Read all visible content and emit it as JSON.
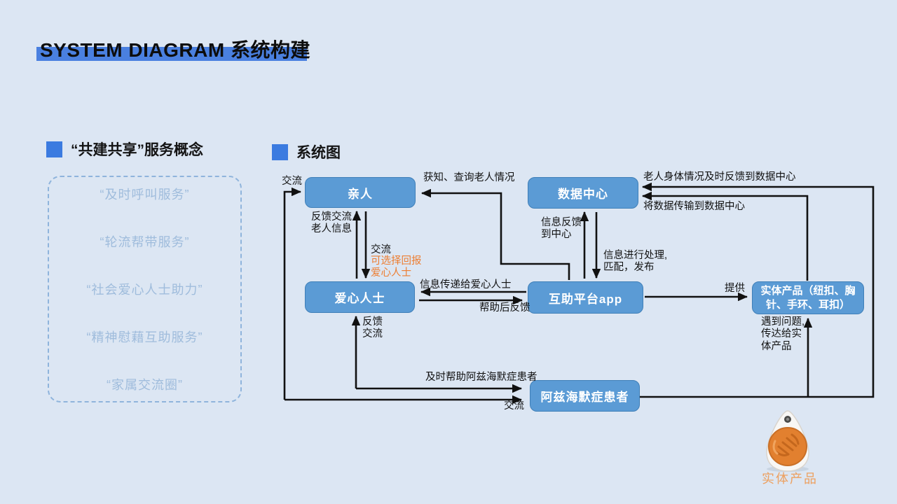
{
  "title": "SYSTEM DIAGRAM 系统构建",
  "concept": {
    "heading": "“共建共享”服务概念",
    "items": [
      "“及时呼叫服务”",
      "“轮流帮带服务”",
      "“社会爱心人士助力”",
      "“精神慰藉互助服务”",
      "“家属交流圈”"
    ]
  },
  "diagram": {
    "heading": "系统图",
    "nodes": {
      "family": "亲人",
      "data_center": "数据中心",
      "volunteers": "爱心人士",
      "platform": "互助平台app",
      "product": "实体产品（纽扣、胸针、手环、耳扣）",
      "patient": "阿兹海默症患者"
    },
    "labels": {
      "communicate_top": "交流",
      "learn_query": "获知、查询老人情况",
      "feedback_elder_info": "反馈交流\n老人信息",
      "communicate_mid": "交流",
      "optional_reward": "可选择回报\n爱心人士",
      "info_feedback_center": "信息反馈\n到中心",
      "info_processing": "信息进行处理,\n匹配，发布",
      "elder_condition_feedback": "老人身体情况及时反馈到数据中心",
      "transmit_to_center": "将数据传输到数据中心",
      "info_to_volunteers": "信息传递给爱心人士",
      "feedback_after_help": "帮助后反馈",
      "provide": "提供",
      "feedback_communicate": "反馈\n交流",
      "timely_help_patient": "及时帮助阿兹海默症患者",
      "communicate_bottom": "交流",
      "problem_relay": "遇到问题,\n传达给实\n体产品"
    },
    "colors": {
      "background": "#dce6f3",
      "node_fill": "#5b9bd5",
      "node_border": "#3f7fb8",
      "accent_square": "#3b7be0",
      "title_bar": "#4a80e0",
      "orange_label": "#ed7d31",
      "list_text": "#9fbcdc",
      "line": "#111111"
    }
  },
  "footer": {
    "icon": "handshake-icon",
    "label": "实体产品"
  }
}
